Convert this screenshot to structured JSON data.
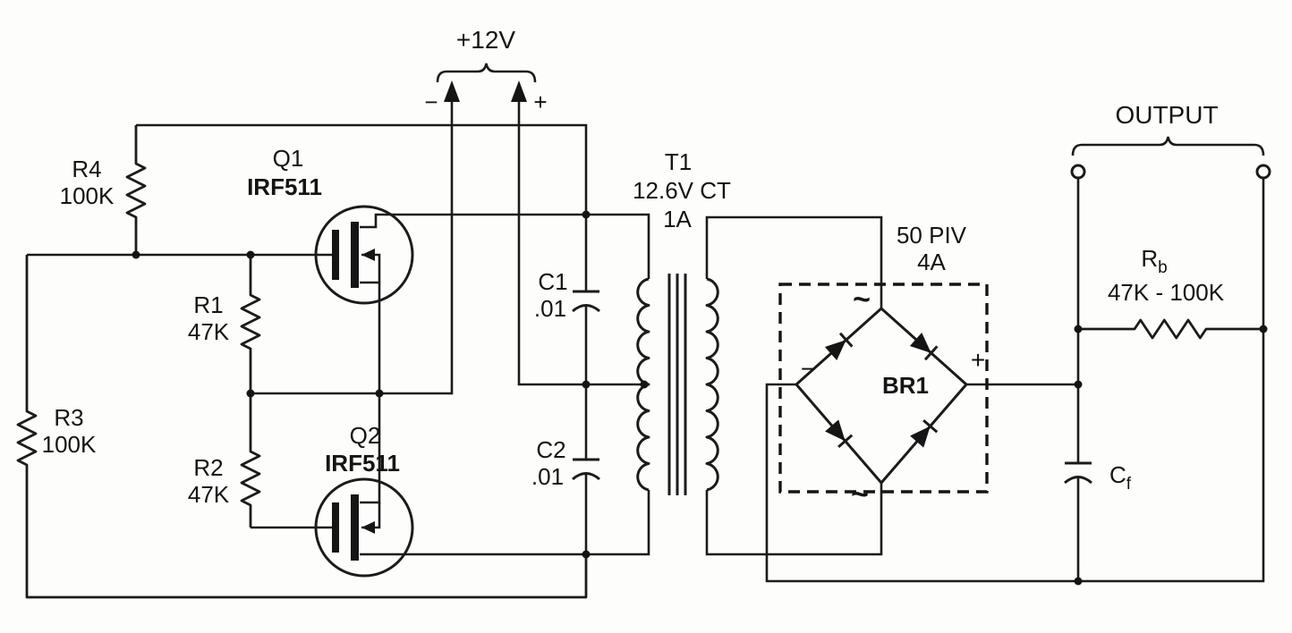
{
  "supply": {
    "label": "+12V",
    "minus": "−",
    "plus": "+"
  },
  "q1": {
    "ref": "Q1",
    "part": "IRF511"
  },
  "q2": {
    "ref": "Q2",
    "part": "IRF511"
  },
  "r1": {
    "ref": "R1",
    "value": "47K"
  },
  "r2": {
    "ref": "R2",
    "value": "47K"
  },
  "r3": {
    "ref": "R3",
    "value": "100K"
  },
  "r4": {
    "ref": "R4",
    "value": "100K"
  },
  "rb": {
    "ref": "R",
    "sub": "b",
    "value": "47K - 100K"
  },
  "c1": {
    "ref": "C1",
    "value": ".01"
  },
  "c2": {
    "ref": "C2",
    "value": ".01"
  },
  "cf": {
    "ref": "C",
    "sub": "f"
  },
  "t1": {
    "ref": "T1",
    "spec": "12.6V CT",
    "current": "1A"
  },
  "bridge": {
    "ref": "BR1",
    "rating": "50 PIV",
    "current": "4A",
    "ac_top": "~",
    "ac_bottom": "~",
    "minus": "−",
    "plus": "+"
  },
  "output": {
    "label": "OUTPUT"
  }
}
